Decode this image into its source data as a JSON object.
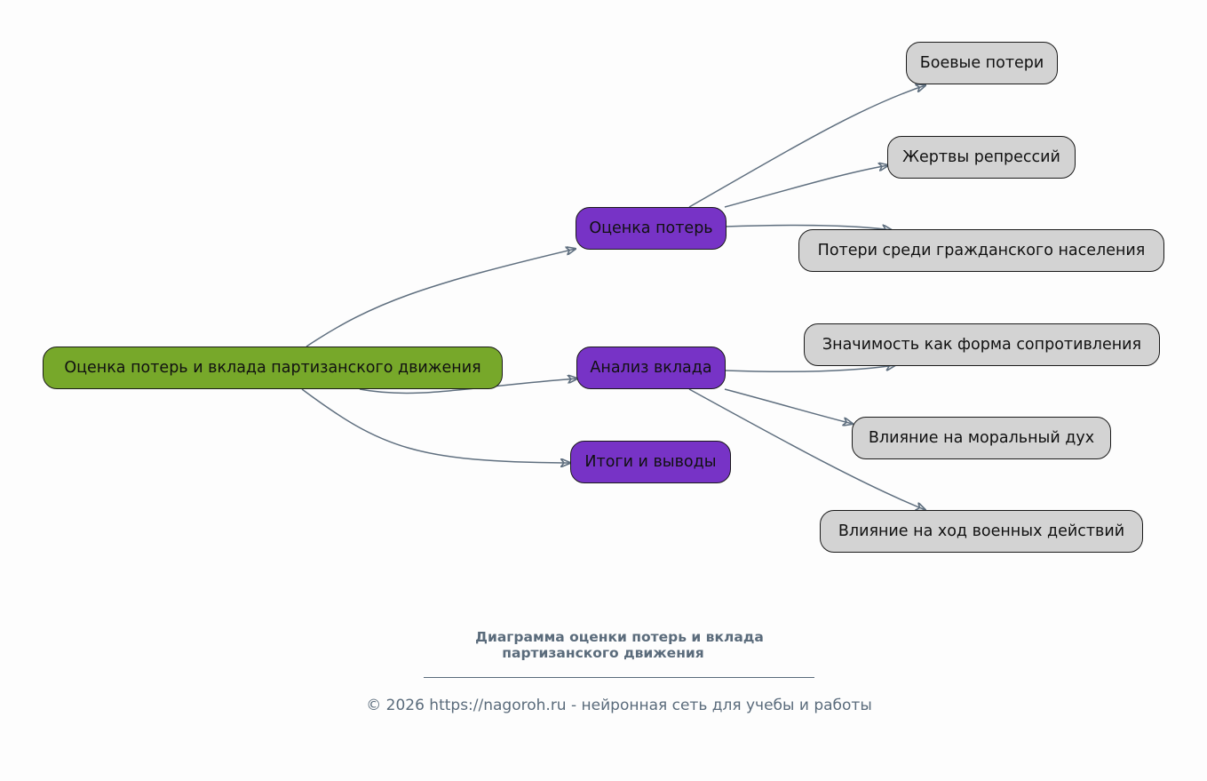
{
  "diagram": {
    "root": {
      "id": "root",
      "label": "Оценка потерь и вклада партизанского движения",
      "color": "#77a82a"
    },
    "branches": [
      {
        "id": "b1",
        "label": "Оценка потерь",
        "color": "#7733c6",
        "children": [
          {
            "id": "c1",
            "label": "Боевые потери"
          },
          {
            "id": "c2",
            "label": "Жертвы репрессий"
          },
          {
            "id": "c3",
            "label": "Потери среди гражданского населения"
          }
        ]
      },
      {
        "id": "b2",
        "label": "Анализ вклада",
        "color": "#7733c6",
        "children": [
          {
            "id": "c4",
            "label": "Значимость как форма сопротивления"
          },
          {
            "id": "c5",
            "label": "Влияние на моральный дух"
          },
          {
            "id": "c6",
            "label": "Влияние на ход военных действий"
          }
        ]
      },
      {
        "id": "b3",
        "label": "Итоги и выводы",
        "color": "#7733c6",
        "children": []
      }
    ],
    "leaf_color": "#d3d3d3",
    "edge_color": "#5f6f7f"
  },
  "caption": {
    "line1": "Диаграмма оценки потерь и вклада",
    "line2": "партизанского движения"
  },
  "footer": {
    "text": "© 2026 https://nagoroh.ru - нейронная сеть для учебы и работы"
  }
}
